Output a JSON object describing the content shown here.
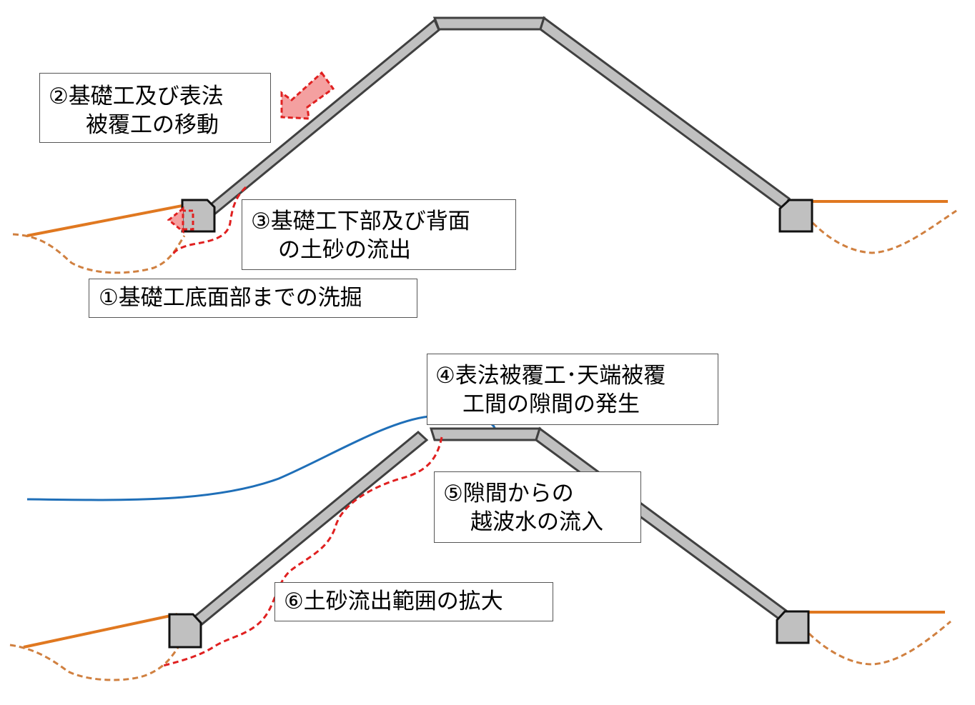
{
  "labels": {
    "l1": "①基礎工底面部までの洗掘",
    "l2a": "②基礎工及び表法",
    "l2b": "被覆工の移動",
    "l3a": "③基礎工下部及び背面",
    "l3b": "の土砂の流出",
    "l4a": "④表法被覆工･天端被覆",
    "l4b": "工間の隙間の発生",
    "l5a": "⑤隙間からの",
    "l5b": "越波水の流入",
    "l6": "⑥土砂流出範囲の拡大"
  },
  "colors": {
    "armor_fill": "#c0c0c0",
    "armor_stroke": "#404040",
    "ground_line": "#e07820",
    "ground_dashed": "#d08040",
    "erosion_red": "#e02020",
    "arrow_fill": "#f4a0a0",
    "wave_line": "#1f6fb8"
  }
}
